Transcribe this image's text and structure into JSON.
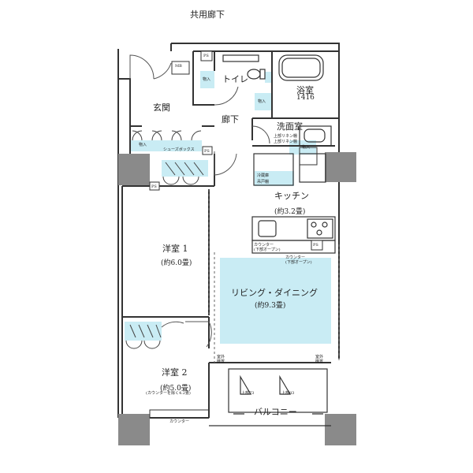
{
  "header": {
    "corridor": "共用廊下"
  },
  "rooms": {
    "entrance": "玄関",
    "hall": "廊下",
    "toilet": "トイレ",
    "bath": "浴室",
    "bath_size": "1416",
    "washroom": "洗面室",
    "kitchen": "キッチン",
    "kitchen_size": "(約3.2畳)",
    "bedroom1": "洋室 1",
    "bedroom1_size": "(約6.0畳)",
    "living": "リビング・ダイニング",
    "living_size": "(約9.3畳)",
    "bedroom2": "洋室 2",
    "bedroom2_size": "(約5.0畳)",
    "bedroom2_note": "(カウンターを除く4.2畳)",
    "balcony": "バルコニー"
  },
  "fixtures": {
    "mb": "MB",
    "ps_top": "PS",
    "storage_entry": "物入",
    "storage_toilet": "物入",
    "storage_wash": "物入",
    "storage_shoe": "物入",
    "shoe_box": "シューズボックス",
    "ps_left": "PS",
    "ps_hall": "PS",
    "ps_kitchen": "PS",
    "linen_1": "上部リネン棚",
    "linen_2": "上部リネン棚",
    "fridge": "冷蔵庫",
    "range_cover": "吊戸棚",
    "counter_kitchen_1": "カウンター",
    "counter_kitchen_1b": "(下部オープン)",
    "counter_kitchen_2": "カウンター",
    "counter_kitchen_2b": "(下部オープン)",
    "counter_bedroom": "カウンター",
    "ac_left_1": "室外",
    "ac_left_2": "機置",
    "ac_right_1": "室外",
    "ac_right_2": "機置",
    "skylight_1": "上部73",
    "skylight_2": "上部83"
  },
  "colors": {
    "accent_fill": "#c9ecf4",
    "wall": "#333333",
    "column": "#8a8a8a"
  }
}
